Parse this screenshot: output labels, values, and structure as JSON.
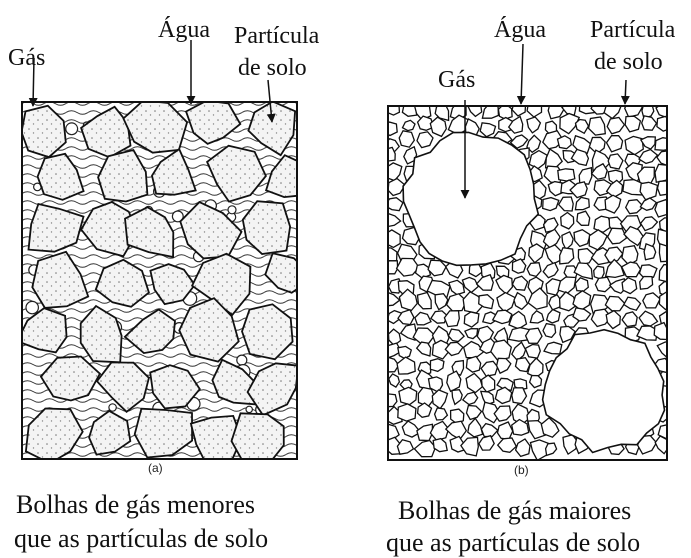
{
  "panel_a": {
    "label_gas": "Gás",
    "label_agua": "Água",
    "label_particula_1": "Partícula",
    "label_particula_2": "de solo",
    "tag": "(a)",
    "caption_1": "Bolhas de gás menores",
    "caption_2": "que as partículas de solo"
  },
  "panel_b": {
    "label_gas": "Gás",
    "label_agua": "Água",
    "label_particula_1": "Partícula",
    "label_particula_2": "de solo",
    "tag": "(b)",
    "caption_1": "Bolhas de gás maiores",
    "caption_2": "que as partículas de solo"
  }
}
